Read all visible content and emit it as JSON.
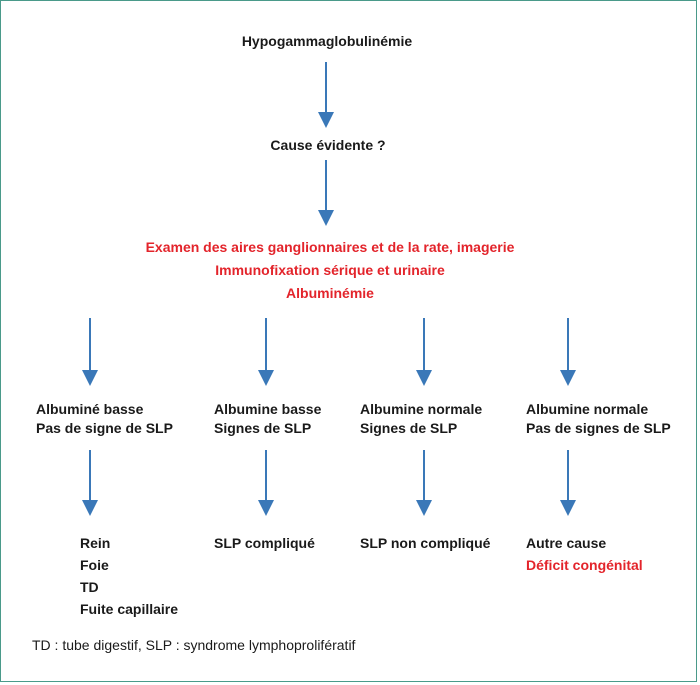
{
  "root": "Hypogammaglobulinémie",
  "question": "Cause évidente ?",
  "exams": [
    "Examen des aires ganglionnaires et de la rate, imagerie",
    "Immunofixation sérique et urinaire",
    "Albuminémie"
  ],
  "branches": [
    {
      "line1": "Albuminé basse",
      "line2": "Pas de signe de SLP",
      "outcomes": [
        "Rein",
        "Foie",
        "TD",
        "Fuite capillaire"
      ]
    },
    {
      "line1": "Albumine basse",
      "line2": "Signes de SLP",
      "outcomes": [
        "SLP compliqué"
      ]
    },
    {
      "line1": "Albumine normale",
      "line2": "Signes de SLP",
      "outcomes": [
        "SLP non compliqué"
      ]
    },
    {
      "line1": "Albumine normale",
      "line2": "Pas de signes de SLP",
      "outcomes": [
        "Autre cause",
        "Déficit congénital"
      ]
    }
  ],
  "footnote": "TD : tube digestif, SLP : syndrome lymphoprolifératif",
  "colors": {
    "arrow": "#3a78b8",
    "highlight": "#e3242b",
    "border": "#4a9a8a"
  }
}
